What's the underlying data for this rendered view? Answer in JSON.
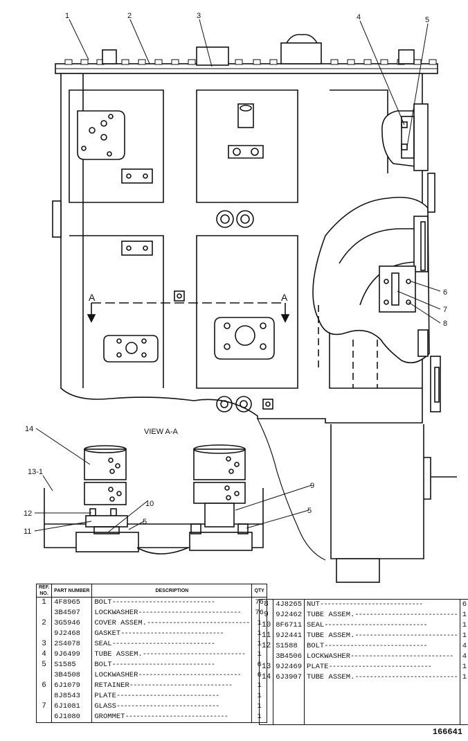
{
  "view_label": "VIEW A-A",
  "section_marks": [
    "A",
    "A"
  ],
  "callouts": {
    "top": [
      "1",
      "2",
      "3",
      "4",
      "5"
    ],
    "right": [
      "6",
      "7",
      "8"
    ],
    "view": [
      "14",
      "13-1",
      "12",
      "11",
      "10",
      "5",
      "9",
      "5"
    ]
  },
  "table_left": {
    "headers": {
      "ref": "REF. NO.",
      "part": "PART NUMBER",
      "desc": "DESCRIPTION",
      "qty": "QTY"
    },
    "rows": [
      {
        "ref": "1",
        "part": "4F8965",
        "desc": "BOLT",
        "qty": "76"
      },
      {
        "ref": "",
        "part": "3B4507",
        "desc": "LOCKWASHER",
        "qty": "76"
      },
      {
        "ref": "2",
        "part": "3G5946",
        "desc": "COVER ASSEM.",
        "qty": "1"
      },
      {
        "ref": "",
        "part": "9J2468",
        "desc": "GASKET",
        "qty": "1"
      },
      {
        "ref": "3",
        "part": "2S4078",
        "desc": "SEAL",
        "qty": "1"
      },
      {
        "ref": "4",
        "part": "9J6499",
        "desc": "TUBE ASSEM.",
        "qty": "1"
      },
      {
        "ref": "5",
        "part": "S1585",
        "desc": "BOLT",
        "qty": "6"
      },
      {
        "ref": "",
        "part": "3B4508",
        "desc": "LOCKWASHER",
        "qty": "6"
      },
      {
        "ref": "6",
        "part": "6J1079",
        "desc": "RETAINER",
        "qty": "1"
      },
      {
        "ref": "",
        "part": "8J8543",
        "desc": "PLATE",
        "qty": "1"
      },
      {
        "ref": "7",
        "part": "6J1081",
        "desc": "GLASS",
        "qty": "1"
      },
      {
        "ref": "",
        "part": "6J1080",
        "desc": "GROMMET",
        "qty": "1"
      }
    ]
  },
  "table_right": {
    "rows": [
      {
        "ref": "8",
        "part": "4J8265",
        "desc": "NUT",
        "qty": "6"
      },
      {
        "ref": "9",
        "part": "9J2462",
        "desc": "TUBE ASSEM.",
        "qty": "1"
      },
      {
        "ref": "10",
        "part": "8F6711",
        "desc": "SEAL",
        "qty": "1"
      },
      {
        "ref": "11",
        "part": "9J2441",
        "desc": "TUBE ASSEM.",
        "qty": "1"
      },
      {
        "ref": "12",
        "part": "S1588",
        "desc": "BOLT",
        "qty": "4"
      },
      {
        "ref": "",
        "part": "3B4506",
        "desc": "LOCKWASHER",
        "qty": "4"
      },
      {
        "ref": "13",
        "part": "9J2469",
        "desc": "PLATE",
        "qty": "1"
      },
      {
        "ref": "14",
        "part": "6J3907",
        "desc": "TUBE ASSEM.",
        "qty": "1"
      }
    ]
  },
  "document_id": "166641"
}
